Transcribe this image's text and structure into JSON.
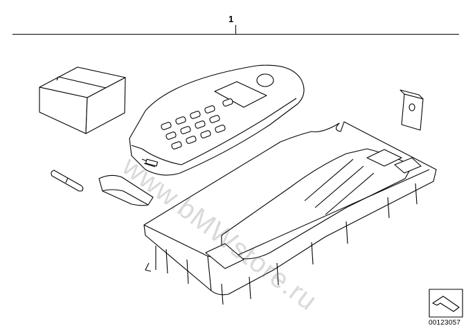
{
  "diagram": {
    "callout_number": "1",
    "part_number": "00123057",
    "watermark": "www.bMWstore.ru"
  },
  "parts": [
    {
      "id": "cardboard-box",
      "icon": "box-icon"
    },
    {
      "id": "handset",
      "icon": "phone-handset-icon"
    },
    {
      "id": "fuse",
      "icon": "fuse-icon"
    },
    {
      "id": "cover-clip",
      "icon": "clip-icon"
    },
    {
      "id": "mounting-bracket",
      "icon": "bracket-icon"
    },
    {
      "id": "console-tray",
      "icon": "tray-icon"
    }
  ],
  "navigation": {
    "icon": "arrow-navigation-icon"
  }
}
